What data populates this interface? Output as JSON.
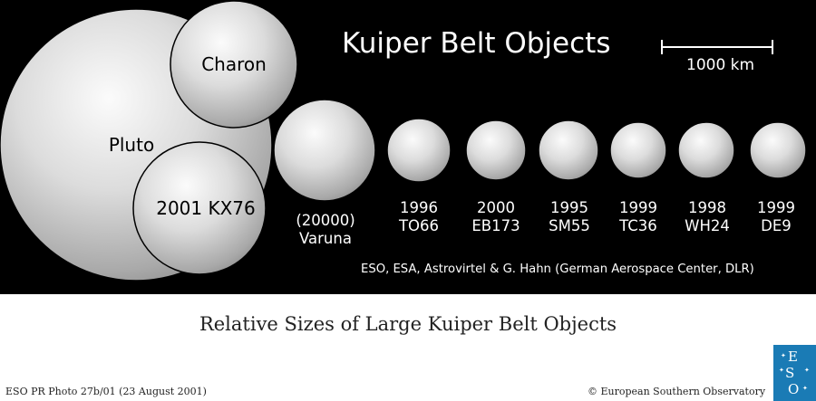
{
  "panel": {
    "title": "Kuiper Belt Objects",
    "scale_bar_label": "1000 km",
    "credit": "ESO, ESA, Astrovirtel & G. Hahn (German Aerospace Center, DLR)"
  },
  "objects": {
    "pluto": {
      "label": "Pluto"
    },
    "charon": {
      "label": "Charon"
    },
    "kx76": {
      "label": "2001 KX76"
    },
    "varuna": {
      "line1": "(20000)",
      "line2": "Varuna"
    },
    "to66": {
      "line1": "1996",
      "line2": "TO66"
    },
    "eb173": {
      "line1": "2000",
      "line2": "EB173"
    },
    "sm55": {
      "line1": "1995",
      "line2": "SM55"
    },
    "tc36": {
      "line1": "1999",
      "line2": "TC36"
    },
    "wh24": {
      "line1": "1998",
      "line2": "WH24"
    },
    "de9": {
      "line1": "1999",
      "line2": "DE9"
    }
  },
  "caption": "Relative Sizes of Large Kuiper Belt Objects",
  "footer": {
    "photo_id": "ESO PR Photo 27b/01 (23 August 2001)",
    "copyright": "© European Southern Observatory",
    "logo_text": "ESO"
  }
}
